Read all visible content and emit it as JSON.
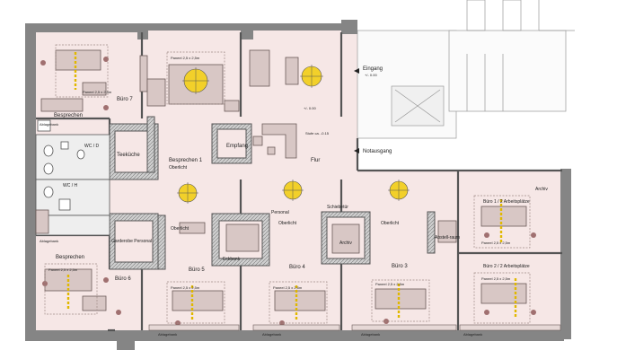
{
  "colors": {
    "floor": "#f6e7e6",
    "wall": "#858585",
    "furniture": "#d8c7c5",
    "outline": "#6a5a58",
    "lamp": "#f2d02a",
    "accent": "#9e8a86"
  },
  "rooms": {
    "buero7": "Büro 7",
    "besprechen_top": "Besprechen",
    "teekueche": "Teeküche",
    "besprechen1": "Besprechen 1",
    "oberlicht_besp1": "Oberlicht",
    "empfang": "Empfang",
    "flur": "Flur",
    "wc_d": "WC / D",
    "wc_h": "WC / H",
    "garderobe": "Garderobe Personal",
    "besprechen_bottom": "Besprechen",
    "buero6": "Büro 6",
    "buero5": "Büro 5",
    "buero4": "Büro 4",
    "buero3": "Büro 3",
    "eckbank": "Eckbank",
    "personal": "Personal",
    "oberlicht_b5": "Oberlicht",
    "oberlicht_b4": "Oberlicht",
    "oberlicht_b3": "Oberlicht",
    "schiebetuer": "Schiebetür",
    "archiv": "Archiv",
    "archiv_corner": "Archiv",
    "abstellraum": "Abstell-raum",
    "buero1": "Büro 1 / 2 Arbeitsplätze",
    "buero2": "Büro 2 / 2 Arbeitsplätze"
  },
  "labels": {
    "eingang": "Eingang",
    "eingang_level": "+/- 0.00",
    "notausgang": "Notausgang",
    "stufe": "Stufe ca. -0.15",
    "level_000": "+/- 0.00",
    "paneel_b7": "Paneel 2,5 x 2,5m",
    "paneel_top": "Paneel 2,5 x 2,5m",
    "paneel_b6": "Paneel 2,5 x 2,5m",
    "paneel_b5": "Paneel 2,5 x 2,5m",
    "paneel_b4": "Paneel 2,5 x 2,5m",
    "paneel_b3": "Paneel 2,5 x 2,5m",
    "paneel_b1": "Paneel 2,5 x 2,5m",
    "paneel_b2": "Paneel 2,5 x 2,5m",
    "ablagebank_1": "Ablagebank",
    "ablagebank_2": "Ablagebank",
    "ablagebank_3": "Ablagebank",
    "ablagebank_4": "Ablagebank",
    "ablagebank_5": "Ablagebank",
    "ablagebank_6": "Ablagebank"
  }
}
